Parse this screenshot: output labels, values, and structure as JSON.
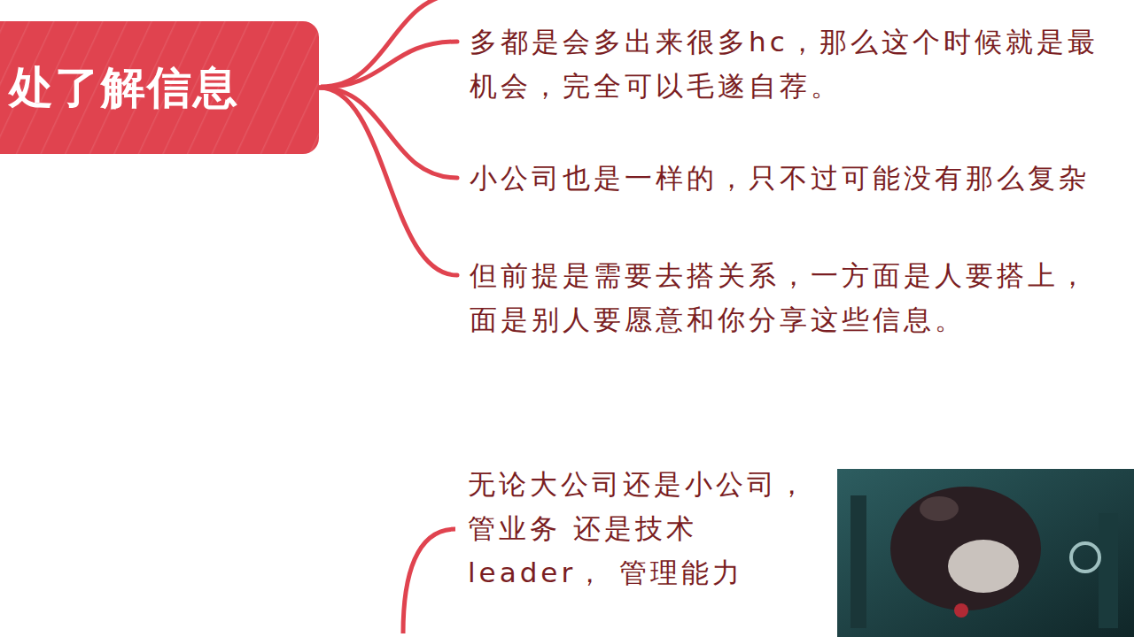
{
  "diagram": {
    "nodes": [
      {
        "text": [
          "处了解信息"
        ]
      },
      {
        "text": [
          "多都是会多出来很多hc，那么这个时候就是最 机会，完全可以毛遂自荐。"
        ]
      },
      {
        "text": [
          "小公司也是一样的，只不过可能没有那么复杂"
        ]
      },
      {
        "text": [
          "但前提是需要去搭关系，一方面是人要搭上， 面是别人要愿意和你分享这些信息。"
        ]
      },
      {
        "text": [
          "无论大公司还是小公司， 管业务 还是技术leader， 管理能力"
        ]
      }
    ],
    "edges": [
      {
        "from": 0,
        "to": 1,
        "arrow": "none"
      },
      {
        "from": 0,
        "to": 2,
        "arrow": "none"
      },
      {
        "from": 0,
        "to": 3,
        "arrow": "none"
      }
    ]
  }
}
